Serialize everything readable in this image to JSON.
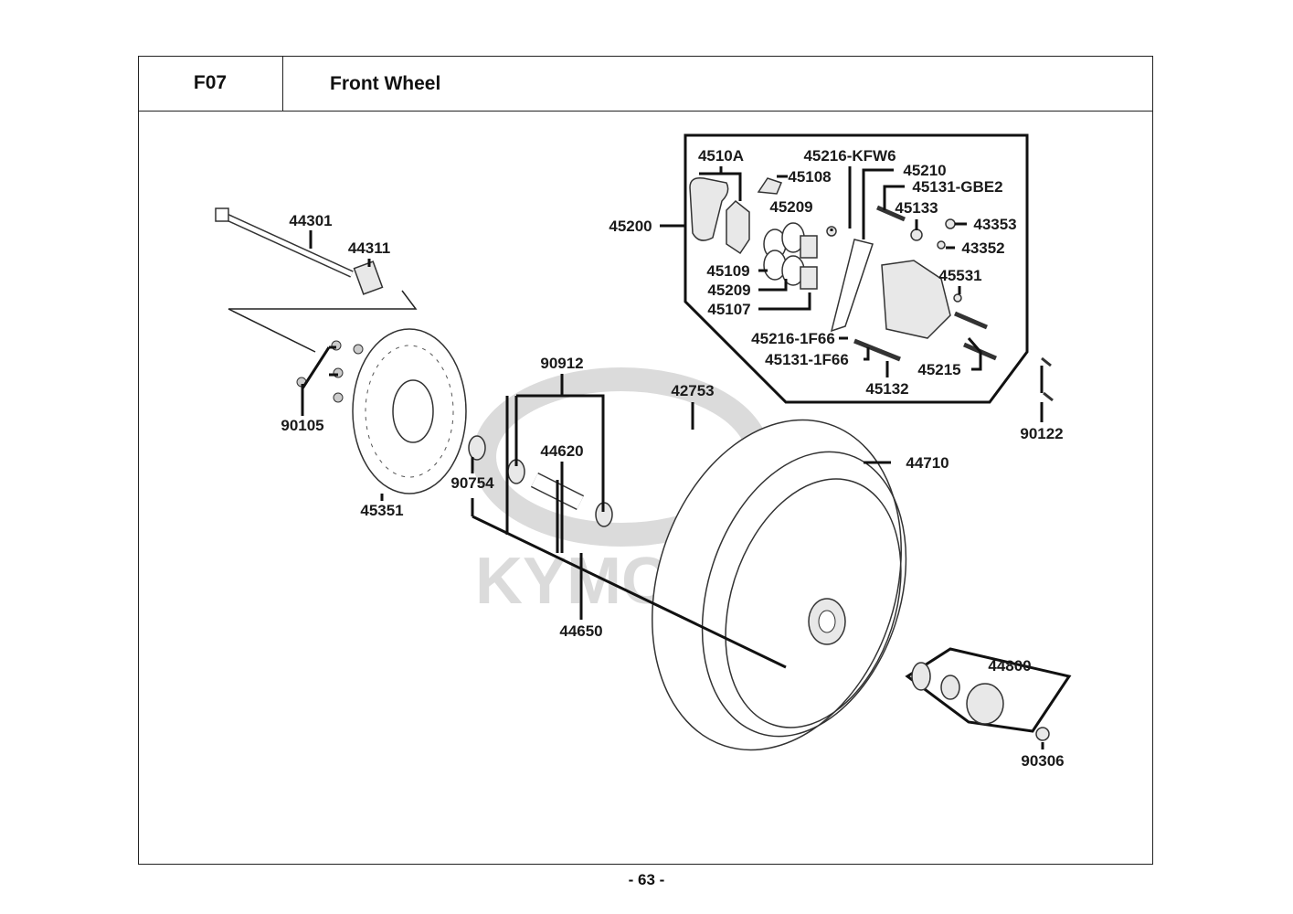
{
  "header": {
    "code": "F07",
    "title": "Front Wheel"
  },
  "watermark": "KYMCO",
  "page_number": "- 63 -",
  "parts": {
    "p44301": "44301",
    "p44311": "44311",
    "p90105": "90105",
    "p45351": "45351",
    "p90912": "90912",
    "p42753": "42753",
    "p44620": "44620",
    "p90754": "90754",
    "p44650": "44650",
    "p44710": "44710",
    "p44800": "44800",
    "p90306": "90306",
    "p90122": "90122",
    "p45200": "45200"
  },
  "caliper_parts": {
    "p4510A": "4510A",
    "p45216KFW6": "45216-KFW6",
    "p45108": "45108",
    "p45210": "45210",
    "p45131GBE2": "45131-GBE2",
    "p45209a": "45209",
    "p45133": "45133",
    "p43353": "43353",
    "p43352": "43352",
    "p45531": "45531",
    "p45109": "45109",
    "p45209b": "45209",
    "p45107": "45107",
    "p452161F66": "45216-1F66",
    "p451311F66": "45131-1F66",
    "p45215": "45215",
    "p45132": "45132"
  }
}
